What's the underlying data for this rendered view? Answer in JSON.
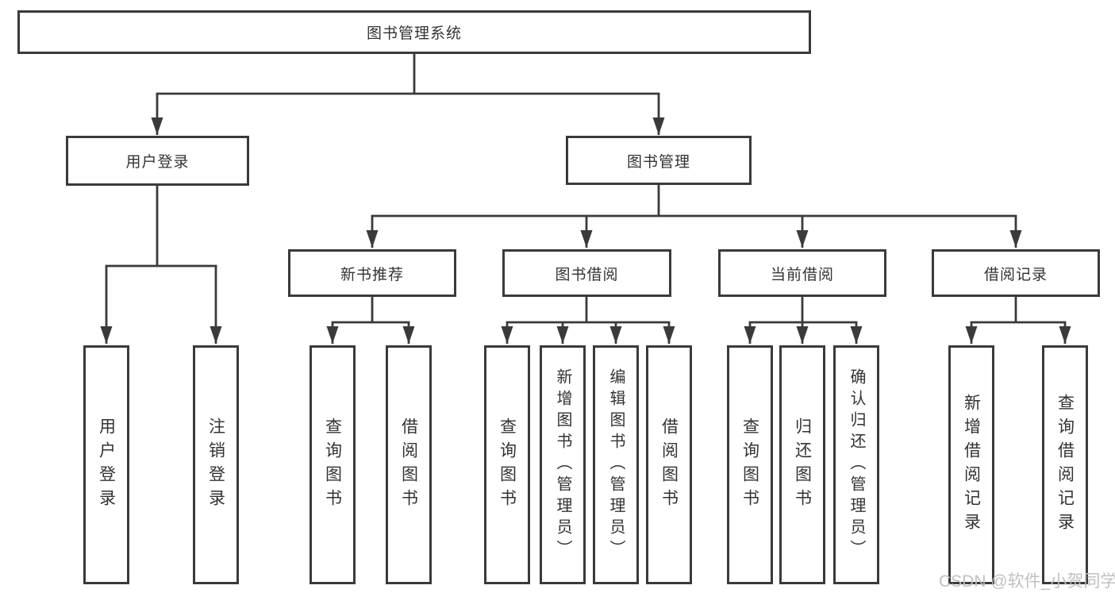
{
  "diagram": {
    "root": {
      "label": "图书管理系统"
    },
    "level2": {
      "userLogin": {
        "label": "用户登录"
      },
      "bookManagement": {
        "label": "图书管理"
      }
    },
    "level3": {
      "newBookRecommend": {
        "label": "新书推荐"
      },
      "bookBorrow": {
        "label": "图书借阅"
      },
      "currentBorrow": {
        "label": "当前借阅"
      },
      "borrowRecords": {
        "label": "借阅记录"
      }
    },
    "leaves": {
      "userLoginLeaf": {
        "label": "用户登录"
      },
      "logoutLeaf": {
        "label": "注销登录"
      },
      "nbQueryBooks": {
        "label": "查询图书"
      },
      "nbBorrowBooks": {
        "label": "借阅图书"
      },
      "bbQueryBooks": {
        "label": "查询图书"
      },
      "bbAddBooks": {
        "label": "新增图书（管理员）"
      },
      "bbEditBooks": {
        "label": "编辑图书（管理员）"
      },
      "bbBorrowBooks": {
        "label": "借阅图书"
      },
      "cbQueryBooks": {
        "label": "查询图书"
      },
      "cbReturnBooks": {
        "label": "归还图书"
      },
      "cbConfirmReturn": {
        "label": "确认归还（管理员）"
      },
      "brAddRecord": {
        "label": "新增借阅记录"
      },
      "brQueryRecord": {
        "label": "查询借阅记录"
      }
    },
    "watermark": "CSDN @软件_小贺同学",
    "colors": {
      "line": "#3a3a3a",
      "text": "#333333",
      "watermark": "#bdbdbd",
      "background": "#ffffff"
    }
  }
}
